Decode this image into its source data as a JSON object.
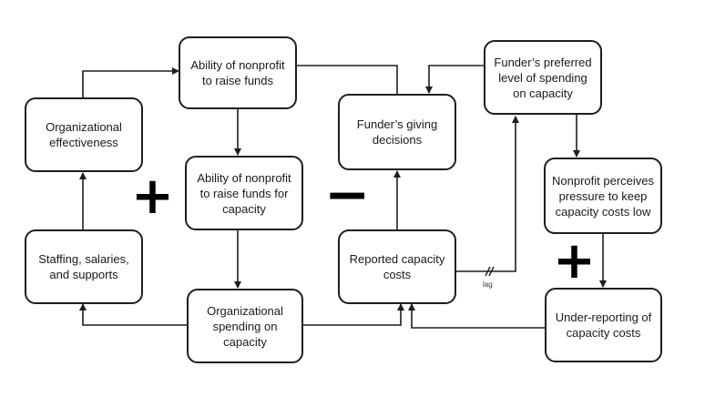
{
  "nodes": {
    "ability_raise_funds": "Ability of nonprofit to raise funds",
    "org_effectiveness": "Organizational effectiveness",
    "ability_raise_capacity": "Ability of nonprofit to raise funds for capacity",
    "staffing": "Staffing, salaries, and supports",
    "org_spending": "Organizational spending on capacity",
    "funder_giving": "Funder’s giving decisions",
    "reported_costs": "Reported capacity costs",
    "funder_preferred": "Funder’s preferred level of spending on capacity",
    "nonprofit_pressure": "Nonprofit perceives pressure to keep capacity costs low",
    "under_reporting": "Under-reporting of capacity costs"
  },
  "signs": {
    "loop_left": "+",
    "loop_middle": "−",
    "loop_right": "+"
  },
  "delay_label": "lag"
}
